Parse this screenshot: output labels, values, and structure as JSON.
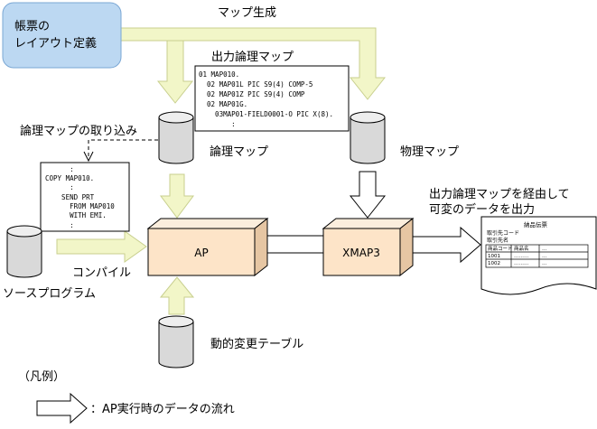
{
  "labels": {
    "form_definition": [
      "帳票の",
      "レイアウト定義"
    ],
    "map_generation": "マップ生成",
    "output_logical_map": "出力論理マップ",
    "logical_map": "論理マップ",
    "physical_map": "物理マップ",
    "import_logical_map": "論理マップの取り込み",
    "compile": "コンパイル",
    "source_program": "ソースプログラム",
    "ap": "AP",
    "xmap3": "XMAP3",
    "dynamic_change_table": "動的変更テーブル",
    "output_via_map": [
      "出力論理マップを経由して",
      "可変のデータを出力"
    ],
    "legend_title": "（凡例）",
    "legend_item": "：AP実行時のデータの流れ"
  },
  "map_code": [
    "01 MAP010.",
    "  02 MAP01L PIC S9(4) COMP-5",
    "  02 MAP01Z PIC S9(4) COMP",
    "  02 MAP01G.",
    "    03MAP01-FIELD0001-O PIC X(8).",
    "        :"
  ],
  "program_code": [
    "      :",
    "COPY MAP010.",
    "      :",
    "    SEND PRT",
    "      FROM MAP010",
    "      WITH EMI.",
    "      :"
  ],
  "report": {
    "title": "納品伝票",
    "lines": [
      "取引先コード",
      "取引先名"
    ],
    "table_header": [
      "商品コード",
      "商品名",
      "…"
    ],
    "table_rows": [
      [
        "1001",
        "………",
        "…"
      ],
      [
        "1002",
        "………",
        "…"
      ]
    ]
  },
  "colors": {
    "flow_arrow": "#f2f6c8",
    "flow_arrow_stroke": "#c8cf8e",
    "box_fill": "#fde4c8",
    "box_side": "#e6c6a3",
    "form_fill": "#bcd8f2",
    "form_stroke": "#7aa7d4"
  }
}
